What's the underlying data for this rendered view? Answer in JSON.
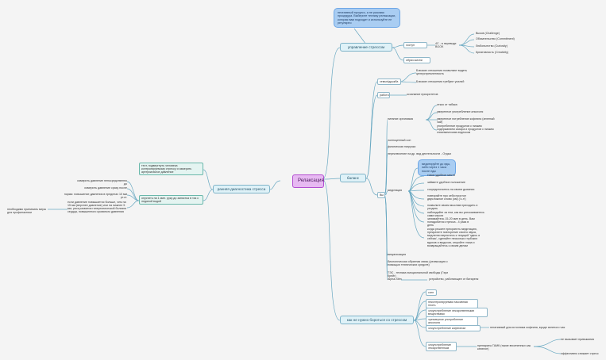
{
  "center": "Релаксация",
  "branches": {
    "stress": {
      "label": "управление стрессом",
      "note": "негативный процесс, а не разовая процедура. Выберите технику релаксации, которая вам подходит и используйте ее регулярно",
      "hardiness": {
        "label": "хоступ",
        "acronym": "4C - в переводе BOOK",
        "items": [
          "Вызов (Challenge)",
          "Обязательство (Commitment)",
          "Любопытство (Curiosity)",
          "Креативность (Creativity)"
        ]
      },
      "lifestyle": "образ жизни"
    },
    "sources": {
      "label": "баланс",
      "family": {
        "label": "семья/дружба",
        "items": [
          "Близкие отношения позволяют видеть целеустремленность",
          "Близкие отношения требуют усилий"
        ]
      },
      "work": {
        "label": "работа",
        "item": "осознание приоритетов"
      },
      "body": {
        "label": "Вы",
        "nutrition": {
          "label": "питание организма",
          "items": [
            "отказ от табака",
            "умеренное употребление алкоголя",
            "умеренное потребление кофеина (зеленый чай)",
            "употребление продуктов с низким содержанием сахара и продуктов с низким гликемическим индексом"
          ]
        },
        "sleep": "полноценный сон",
        "exercise": "физическая нагрузка",
        "switch": "переключение на др. вид деятельности - Отдых",
        "meditation": {
          "label": "медитация",
          "bubble": "медитируйте до еды, либо через 1 часа после еды",
          "items": [
            "тихое удобное место",
            "займите удобное положение",
            "сосредоточьтесь на своем дыхании",
            "повторяйте про себя простое двусложное слово (ом) ('о-н')",
            "позвольте своим мыслям приходить и уходить",
            "наблюдайте за тем, как вы успокаиваетесь сами мысли",
            "занимайтесь 15-20 мин в день. Вам понадобится стресса - 4 раза в день",
            "когда решите прекратить медитацию, прекратите повторение своего звука, медленно вернитесь к текущей 'здесь и сейчас', сделайте несколько глубоких вдохов и выдохов, откройте глаза и возвращайтесь к своим делам"
          ]
        },
        "visualization": "визуализация",
        "biofeedback": "биологическая обратная связь (релаксация с помощью технических средств)",
        "eft": "ТЭС - техника эмоциональной свободы (Гэри Крейг)",
        "alpha": {
          "label": "Alpha-Stim",
          "item": "устройство, работающее от батареек"
        }
      }
    },
    "diagnosis": {
      "label": "ранняя диагностика стресса",
      "test": "тест, подвергнуть человека контролируемому стрессу и измерить артериальное давление",
      "pressure": {
        "label": "опустить на 1 мин. руку до запястья в таз с ледяной водой",
        "items": [
          "измерить давление непосредственно до",
          "измерить давление сразу после",
          "норма: повышение давления в пределах 10 мм рт.ст.",
          "если давление повышается больше, чем на 15 мм (верхнее давление) или на нижнее 5 мм, риск развития гипертонической болезни сердца, повышенного кровяного давления"
        ],
        "advice": "необходимо принимать меры для профилактики"
      }
    },
    "stop": {
      "label": "как не нужно бороться со стрессом",
      "items": [
        "сигн",
        "неконтролируемая пассивная плоть",
        "злоупотребление лекарственными веществами",
        "чрезмерное употребление алкоголя",
        "злоупотребление кофеином",
        "злоупотребление лекарственным"
      ],
      "caffeine_note": "негативный для источника кофеина, вроде зеленого чая",
      "drug_note": "препараты ГАМК (такие вполненных как катинон)",
      "drug_items": [
        "не вызывает привыкания",
        "эффективно снижает стресс"
      ]
    }
  }
}
